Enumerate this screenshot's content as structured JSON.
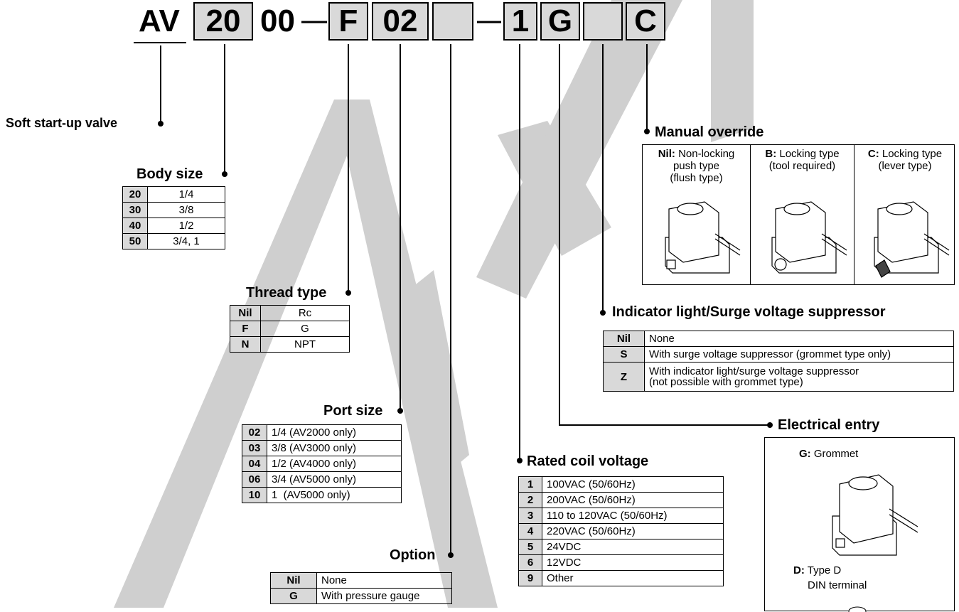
{
  "model_code": {
    "prefix": "AV",
    "body_size": "20",
    "series_suffix": "00",
    "thread_type": "F",
    "port_size": "02",
    "option": "",
    "rated_coil_voltage": "1",
    "electrical_entry": "G",
    "indicator_light": "",
    "manual_override": "C"
  },
  "soft_start": {
    "title": "Soft start-up valve"
  },
  "body_size": {
    "title": "Body size",
    "rows": [
      {
        "code": "20",
        "value": "1/4"
      },
      {
        "code": "30",
        "value": "3/8"
      },
      {
        "code": "40",
        "value": "1/2"
      },
      {
        "code": "50",
        "value": "3/4, 1"
      }
    ]
  },
  "thread_type": {
    "title": "Thread type",
    "rows": [
      {
        "code": "Nil",
        "value": "Rc"
      },
      {
        "code": "F",
        "value": "G"
      },
      {
        "code": "N",
        "value": "NPT"
      }
    ]
  },
  "port_size": {
    "title": "Port size",
    "rows": [
      {
        "code": "02",
        "value": "1/4 (AV2000 only)"
      },
      {
        "code": "03",
        "value": "3/8 (AV3000 only)"
      },
      {
        "code": "04",
        "value": "1/2 (AV4000 only)"
      },
      {
        "code": "06",
        "value": "3/4 (AV5000 only)"
      },
      {
        "code": "10",
        "value": "1  (AV5000 only)"
      }
    ]
  },
  "option": {
    "title": "Option",
    "rows": [
      {
        "code": "Nil",
        "value": "None"
      },
      {
        "code": "G",
        "value": "With pressure gauge"
      }
    ]
  },
  "rated_coil_voltage": {
    "title": "Rated coil voltage",
    "rows": [
      {
        "code": "1",
        "value": "100VAC (50/60Hz)"
      },
      {
        "code": "2",
        "value": "200VAC (50/60Hz)"
      },
      {
        "code": "3",
        "value": "110 to 120VAC (50/60Hz)"
      },
      {
        "code": "4",
        "value": "220VAC (50/60Hz)"
      },
      {
        "code": "5",
        "value": "24VDC"
      },
      {
        "code": "6",
        "value": "12VDC"
      },
      {
        "code": "9",
        "value": "Other"
      }
    ]
  },
  "indicator_light": {
    "title": "Indicator light/Surge voltage suppressor",
    "rows": [
      {
        "code": "Nil",
        "value": "None"
      },
      {
        "code": "S",
        "value": "With surge voltage suppressor (grommet type only)"
      },
      {
        "code": "Z",
        "value": "With indicator light/surge voltage suppressor",
        "value2": "(not possible with grommet type)"
      }
    ]
  },
  "manual_override": {
    "title": "Manual override",
    "options": [
      {
        "code": "Nil:",
        "line1": "Non-locking",
        "line2": "push type",
        "line3": "(flush type)"
      },
      {
        "code": "B:",
        "line1": "Locking type",
        "line2": "(tool required)",
        "line3": ""
      },
      {
        "code": "C:",
        "line1": "Locking type",
        "line2": "(lever type)",
        "line3": ""
      }
    ]
  },
  "electrical_entry": {
    "title": "Electrical entry",
    "options": [
      {
        "code": "G:",
        "line1": "Grommet",
        "line2": ""
      },
      {
        "code": "D:",
        "line1": "Type D",
        "line2": "DIN terminal"
      }
    ]
  }
}
